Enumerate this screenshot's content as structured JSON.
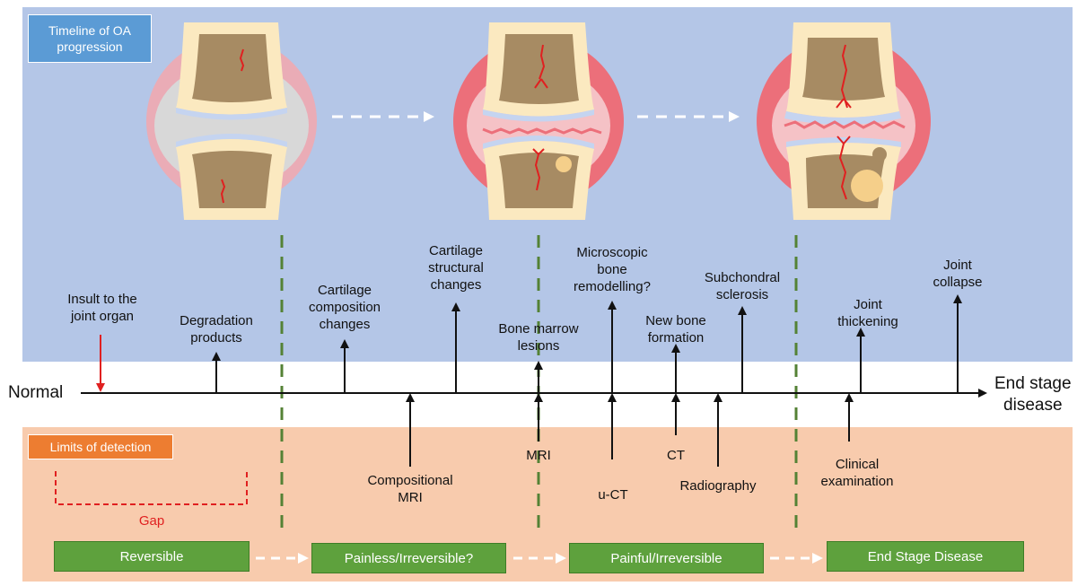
{
  "title_box": "Timeline of OA progression",
  "limits_box": "Limits of detection",
  "gap_label": "Gap",
  "axis": {
    "start": "Normal",
    "end": "End stage\ndisease"
  },
  "events_above": [
    {
      "id": "insult",
      "text": "Insult to the\njoint organ"
    },
    {
      "id": "degradation",
      "text": "Degradation\nproducts"
    },
    {
      "id": "composition",
      "text": "Cartilage\ncomposition\nchanges"
    },
    {
      "id": "structural",
      "text": "Cartilage\nstructural\nchanges"
    },
    {
      "id": "bml",
      "text": "Bone marrow\nlesions"
    },
    {
      "id": "microscopic",
      "text": "Microscopic\nbone\nremodelling?"
    },
    {
      "id": "newbone",
      "text": "New bone\nformation"
    },
    {
      "id": "sclerosis",
      "text": "Subchondral\nsclerosis"
    },
    {
      "id": "thickening",
      "text": "Joint\nthickening"
    },
    {
      "id": "collapse",
      "text": "Joint\ncollapse"
    }
  ],
  "detection_methods": [
    {
      "id": "comp-mri",
      "text": "Compositional\nMRI"
    },
    {
      "id": "mri",
      "text": "MRI"
    },
    {
      "id": "uct",
      "text": "u-CT"
    },
    {
      "id": "ct",
      "text": "CT"
    },
    {
      "id": "radiography",
      "text": "Radiography"
    },
    {
      "id": "clinical",
      "text": "Clinical\nexamination"
    }
  ],
  "stages": [
    "Reversible",
    "Painless/Irreversible?",
    "Painful/Irreversible",
    "End Stage Disease"
  ],
  "colors": {
    "top_band": "#b4c6e7",
    "bottom_band": "#f8cbad",
    "title_box": "#5b9bd5",
    "limits_box": "#ed7d31",
    "stage_green": "#5ea13d",
    "divider_green": "#548235",
    "insult_red": "#e02020",
    "gap_red": "#e02020"
  }
}
